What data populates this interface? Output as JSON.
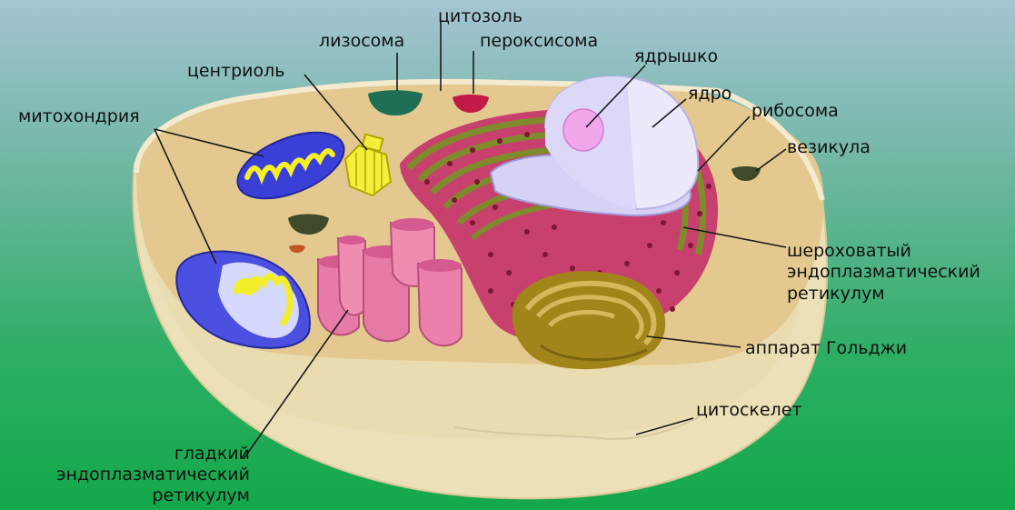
{
  "colors": {
    "background_top": "#a5c4d3",
    "background_bottom": "#14a84a",
    "cytoplasm": "#e3c98f",
    "cell_body": "#ece0b8",
    "membrane_edge": "#f3ead0",
    "mitochondrion": "#3a3fd8",
    "cristae": "#f2ee28",
    "centriole": "#f4ef3a",
    "lysosome": "#1e6f55",
    "peroxisome": "#c21a48",
    "nucleus": "#ebe9fb",
    "nucleolus": "#f0a8ea",
    "rough_er": "#c8406e",
    "ribosome_dot": "#7e1635",
    "golgi": "#a2851a",
    "smooth_er": "#e77aa6",
    "vesicle": "#3e4a2a",
    "leader_line": "#1a1a1a"
  },
  "labels": {
    "cytosol": "цитозоль",
    "lysosome": "лизосома",
    "peroxisome": "пероксисома",
    "nucleolus": "ядрышко",
    "centriole": "центриоль",
    "nucleus": "ядро",
    "mitochondrion": "митохондрия",
    "ribosome": "рибосома",
    "vesicle": "везикула",
    "rough_er": [
      "шероховатый",
      "эндоплазматический",
      "ретикулум"
    ],
    "golgi": "аппарат Гольджи",
    "cytoskeleton": "цитоскелет",
    "smooth_er": [
      "гладкий",
      "эндоплазматический",
      "ретикулум"
    ]
  }
}
